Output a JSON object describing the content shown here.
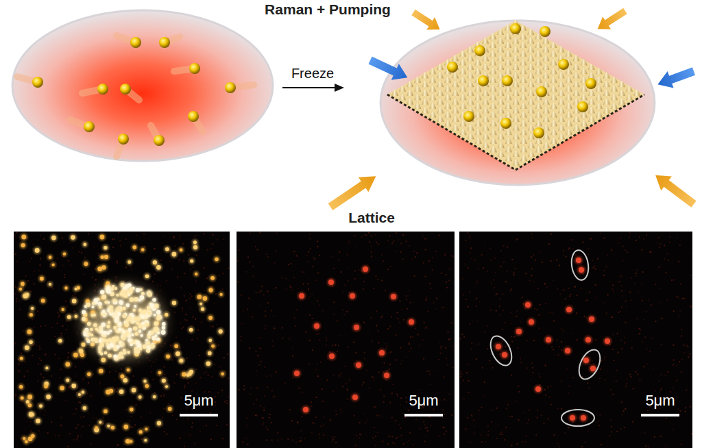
{
  "diagram": {
    "labels": [
      "Raman + Pumping",
      "Freeze",
      "Lattice",
      "5μm",
      "5μm",
      "5μm"
    ]
  }
}
